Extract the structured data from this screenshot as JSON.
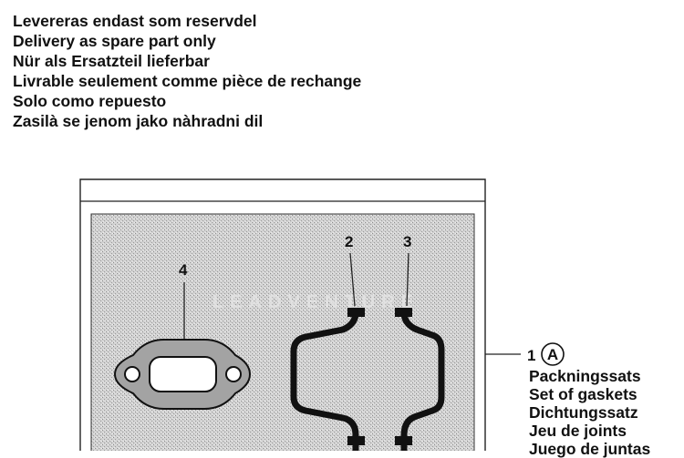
{
  "notice_lines": [
    "Levereras endast som reservdel",
    "Delivery as spare part only",
    "Nür als Ersatzteil lieferbar",
    "Livrable seulement comme pièce de rechange",
    "Solo como repuesto",
    "Zasilà se jenom jako nàhradni dil"
  ],
  "callouts": {
    "part_1": "1",
    "part_1_badge": "A",
    "part_2": "2",
    "part_3": "3",
    "part_4": "4"
  },
  "watermark": "LEADVENTURE",
  "kit_description": [
    "Packningssats",
    "Set of gaskets",
    "Dichtungssatz",
    "Jeu de joints",
    "Juego de juntas"
  ]
}
